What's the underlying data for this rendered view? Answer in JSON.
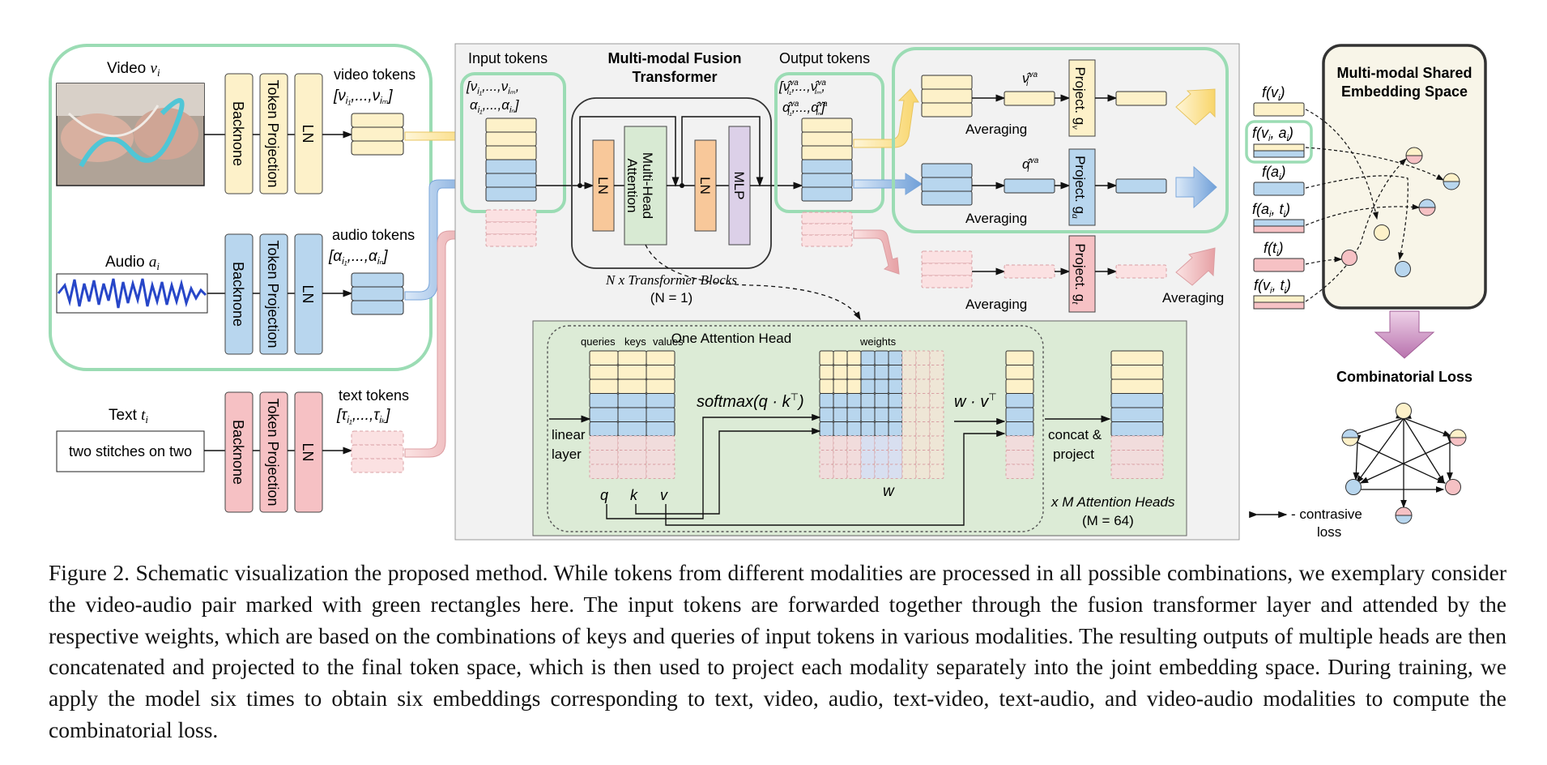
{
  "colors": {
    "video": "#fdf1c9",
    "video_stroke": "#333333",
    "audio": "#b8d6ee",
    "text": "#f6c1c4",
    "green_border": "#9bdcb4",
    "panel_gray": "#f2f2f2",
    "panel_green": "#dcebd6",
    "ln_orange": "#f8c89a",
    "attn_green": "#d8ead3",
    "mlp_purple": "#dcd0e8",
    "shared_space": "#f8f5e8",
    "loss_arrow": "#c88cbf"
  },
  "inputs": {
    "video_label": "Video",
    "video_var": "v",
    "video_sub": "i",
    "audio_label": "Audio",
    "audio_var": "a",
    "audio_sub": "i",
    "text_label": "Text",
    "text_var": "t",
    "text_sub": "i",
    "text_sample": "two stitches on two"
  },
  "encoders": {
    "backbone": "Backnone",
    "token_projection": "Token Projection",
    "ln": "LN"
  },
  "token_labels": {
    "video": "video tokens",
    "audio": "audio tokens",
    "text": "text tokens",
    "video_seq": "[ν",
    "audio_seq": "[α",
    "text_seq": "[τ"
  },
  "fusion": {
    "input_tokens": "Input tokens",
    "title_line1": "Multi-modal Fusion",
    "title_line2": "Transformer",
    "output_tokens": "Output tokens",
    "ln": "LN",
    "mha_line1": "Multi-Head",
    "mha_line2": "Attention",
    "mlp": "MLP",
    "blocks_line1": "N x Transformer Blocks",
    "blocks_line2": "(N = 1)"
  },
  "projection": {
    "averaging": "Averaging",
    "project_v": "Project. g",
    "project_v_sub": "v",
    "project_a": "Project. g",
    "project_a_sub": "a",
    "project_t": "Project. g",
    "project_t_sub": "t",
    "averaging_right": "Averaging",
    "nu_hat": "ν̂",
    "alpha_hat": "α̂",
    "hat_sup": "va",
    "hat_sub": "i"
  },
  "attention": {
    "title": "One Attention Head",
    "queries": "queries",
    "keys": "keys",
    "values": "values",
    "weights": "weights",
    "linear": "linear",
    "layer": "layer",
    "softmax": "softmax(q · k",
    "wv": "w · v",
    "transpose": "⊤",
    "w": "w",
    "q": "q",
    "k": "k",
    "v": "v",
    "concat_line1": "concat &",
    "concat_line2": "project",
    "heads_line1": "x M Attention Heads",
    "heads_line2": "(M = 64)"
  },
  "shared": {
    "title_line1": "Multi-modal Shared",
    "title_line2": "Embedding Space",
    "f_v": "f(v",
    "f_va": "f(v",
    "f_a": "f(a",
    "f_at": "f(a",
    "f_t": "f(t",
    "f_vt": "f(v",
    "combinatorial_loss": "Combinatorial Loss",
    "contrastive_line1": "- contrasive",
    "contrastive_line2": "loss"
  },
  "caption": "Figure 2. Schematic visualization the proposed method. While tokens from different modalities are processed in all possible combinations, we exemplary consider the video-audio pair marked with green rectangles here. The input tokens are forwarded together through the fusion transformer layer and attended by the respective weights, which are based on the combinations of keys and queries of input tokens in various modalities. The resulting outputs of multiple heads are then concatenated and projected to the final token space, which is then used to project each modality separately into the joint embedding space. During training, we apply the model six times to obtain six embeddings corresponding to text, video, audio, text-video, text-audio, and video-audio modalities to compute the combinatorial loss."
}
